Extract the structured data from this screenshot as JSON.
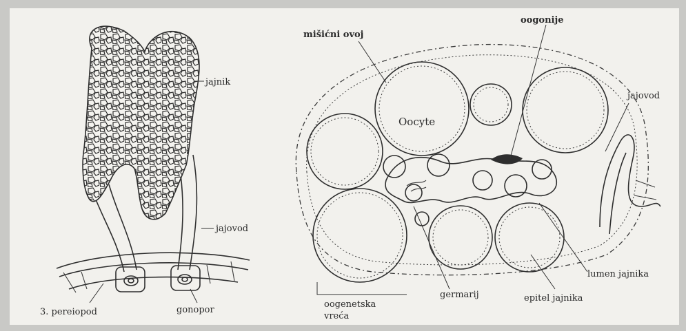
{
  "labels": {
    "left": {
      "jajnik": "jajnik",
      "jajovod": "jajovod",
      "pereiopod": "3. pereiopod",
      "gonopor": "gonopor"
    },
    "right": {
      "misicni_ovoj": "mišićni ovoj",
      "oogonije": "oogonije",
      "jajovod": "jajovod",
      "oocyte": "Oocyte",
      "lumen_jajnika": "lumen jajnika",
      "epitel_jajnika": "epitel jajnika",
      "germarij": "germarij",
      "oogenetska_vreca_1": "oogenetska",
      "oogenetska_vreca_2": "vreća"
    }
  },
  "colors": {
    "paper": "#f2f1ed",
    "frame": "#c9c9c6",
    "ink": "#2e2e2e"
  }
}
